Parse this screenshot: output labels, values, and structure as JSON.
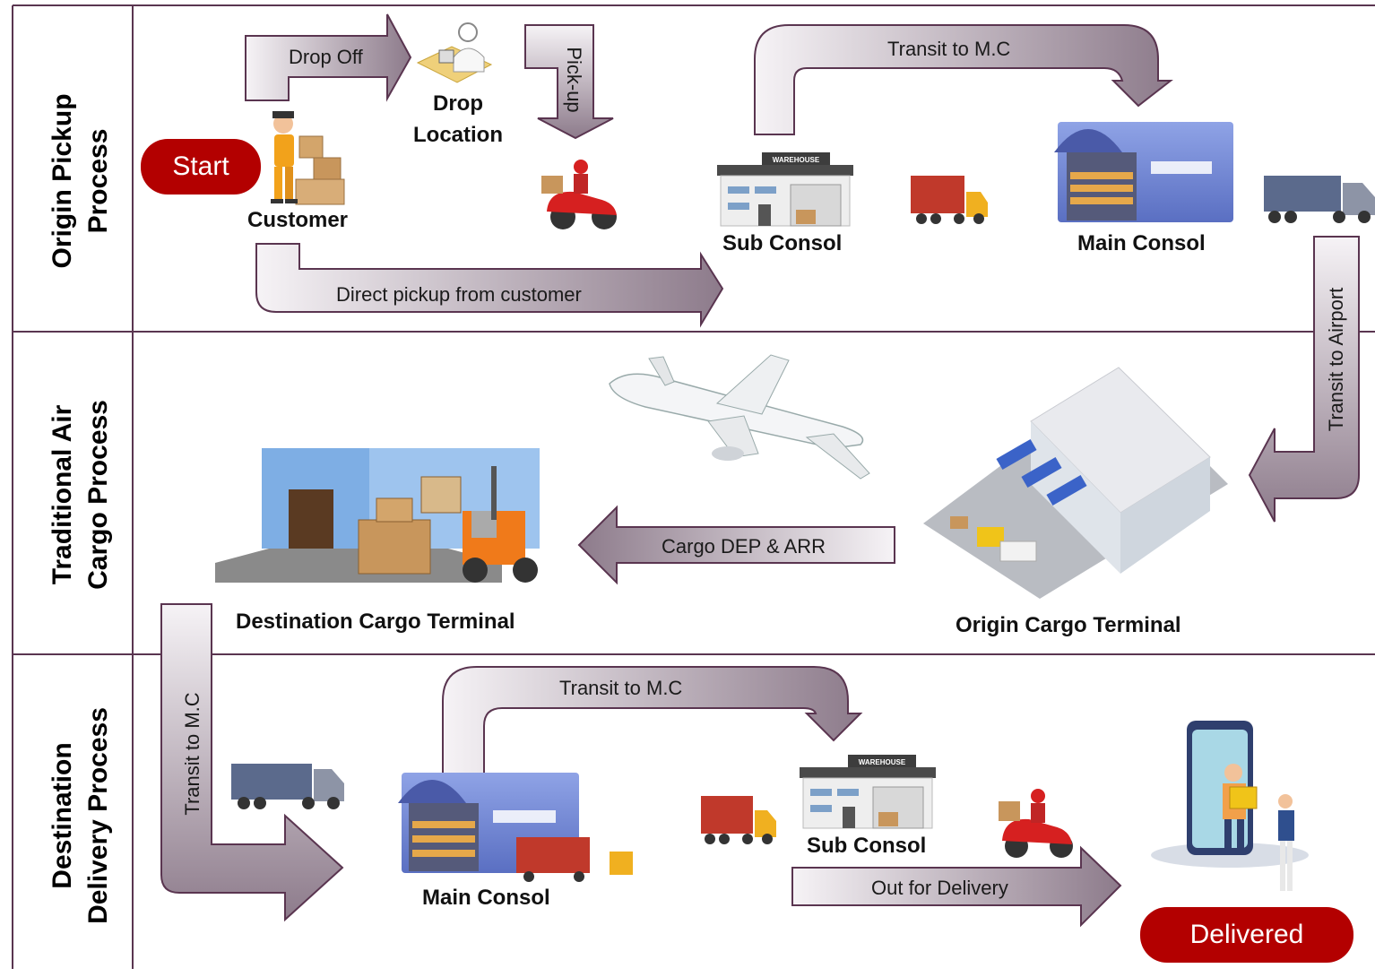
{
  "lanes": {
    "origin_title_1": "Origin Pickup",
    "origin_title_2": "Process",
    "air_title_1": "Traditional Air",
    "air_title_2": "Cargo Process",
    "dest_title_1": "Destination",
    "dest_title_2": "Delivery Process"
  },
  "nodes": {
    "start": "Start",
    "customer": "Customer",
    "drop_location_1": "Drop",
    "drop_location_2": "Location",
    "sub_consol_origin": "Sub Consol",
    "main_consol_origin": "Main Consol",
    "origin_cargo_terminal": "Origin Cargo Terminal",
    "destination_cargo_terminal": "Destination Cargo Terminal",
    "main_consol_dest": "Main Consol",
    "sub_consol_dest": "Sub Consol",
    "delivered": "Delivered",
    "warehouse_sign": "WAREHOUSE"
  },
  "arrows": {
    "drop_off": "Drop Off",
    "pick_up": "Pick-up",
    "transit_mc_top": "Transit to M.C",
    "direct_pickup": "Direct pickup from customer",
    "transit_airport": "Transit to Airport",
    "cargo_dep_arr": "Cargo DEP & ARR",
    "transit_mc_left": "Transit to M.C",
    "transit_mc_bottom": "Transit to M.C",
    "out_for_delivery": "Out for Delivery"
  },
  "colors": {
    "lane_border": "#5a3550",
    "arrow_fill_light": "#f4f1f4",
    "arrow_fill_dark": "#8f7d8d",
    "arrow_stroke": "#5a3550",
    "pill_red": "#b30000",
    "warehouse_blue": "#6f86d6",
    "truck_red": "#c0392b",
    "truck_blue": "#5b6a8c"
  }
}
